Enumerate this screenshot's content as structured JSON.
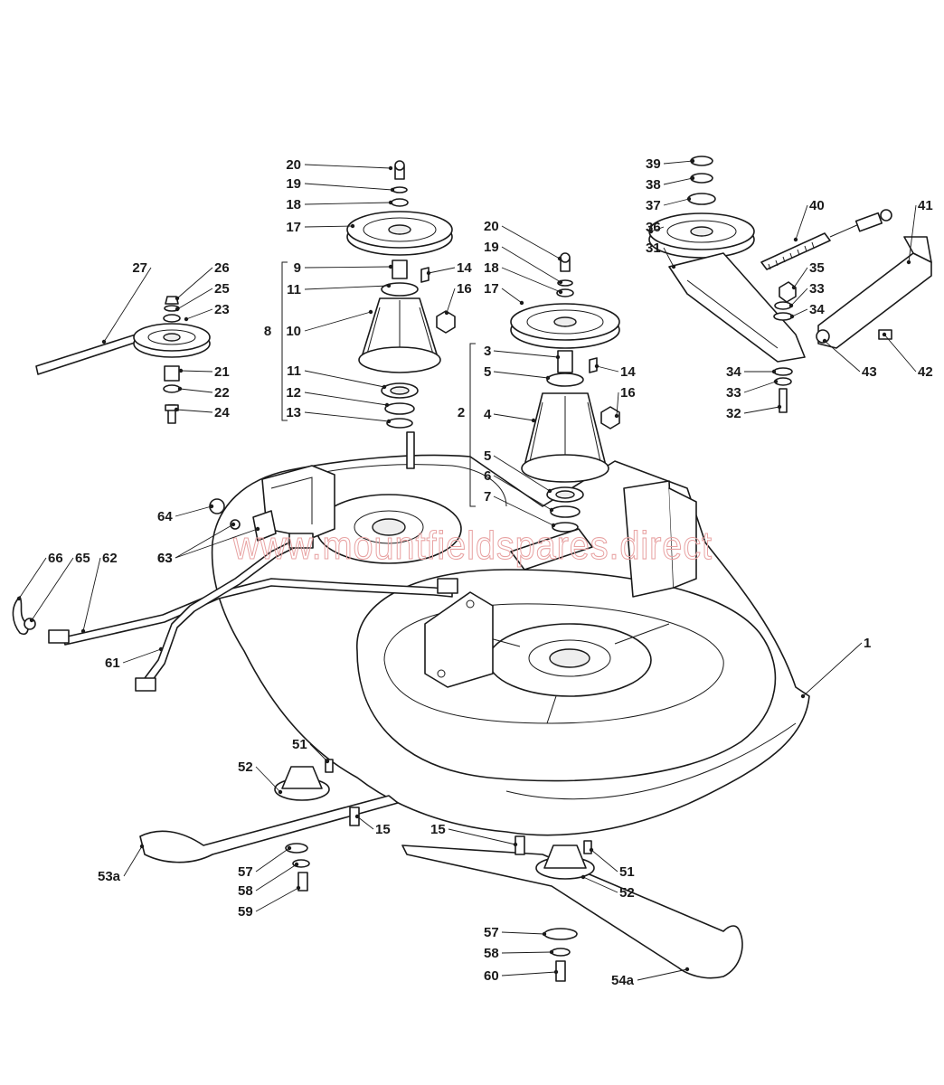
{
  "watermark": "www.mountfieldspares.direct",
  "callouts": [
    {
      "id": "20a",
      "text": "20"
    },
    {
      "id": "19a",
      "text": "19"
    },
    {
      "id": "18a",
      "text": "18"
    },
    {
      "id": "17a",
      "text": "17"
    },
    {
      "id": "9",
      "text": "9"
    },
    {
      "id": "14a",
      "text": "14"
    },
    {
      "id": "11a",
      "text": "11"
    },
    {
      "id": "16a",
      "text": "16"
    },
    {
      "id": "8",
      "text": "8"
    },
    {
      "id": "10",
      "text": "10"
    },
    {
      "id": "11b",
      "text": "11"
    },
    {
      "id": "12",
      "text": "12"
    },
    {
      "id": "13",
      "text": "13"
    },
    {
      "id": "27",
      "text": "27"
    },
    {
      "id": "26",
      "text": "26"
    },
    {
      "id": "25",
      "text": "25"
    },
    {
      "id": "23",
      "text": "23"
    },
    {
      "id": "21",
      "text": "21"
    },
    {
      "id": "22",
      "text": "22"
    },
    {
      "id": "24",
      "text": "24"
    },
    {
      "id": "20b",
      "text": "20"
    },
    {
      "id": "19b",
      "text": "19"
    },
    {
      "id": "18b",
      "text": "18"
    },
    {
      "id": "17b",
      "text": "17"
    },
    {
      "id": "3",
      "text": "3"
    },
    {
      "id": "5a",
      "text": "5"
    },
    {
      "id": "14b",
      "text": "14"
    },
    {
      "id": "16b",
      "text": "16"
    },
    {
      "id": "2",
      "text": "2"
    },
    {
      "id": "4",
      "text": "4"
    },
    {
      "id": "5b",
      "text": "5"
    },
    {
      "id": "6",
      "text": "6"
    },
    {
      "id": "7",
      "text": "7"
    },
    {
      "id": "39",
      "text": "39"
    },
    {
      "id": "38",
      "text": "38"
    },
    {
      "id": "37",
      "text": "37"
    },
    {
      "id": "40",
      "text": "40"
    },
    {
      "id": "41",
      "text": "41"
    },
    {
      "id": "36",
      "text": "36"
    },
    {
      "id": "31",
      "text": "31"
    },
    {
      "id": "35",
      "text": "35"
    },
    {
      "id": "33a",
      "text": "33"
    },
    {
      "id": "34a",
      "text": "34"
    },
    {
      "id": "43",
      "text": "43"
    },
    {
      "id": "42",
      "text": "42"
    },
    {
      "id": "34b",
      "text": "34"
    },
    {
      "id": "33b",
      "text": "33"
    },
    {
      "id": "32",
      "text": "32"
    },
    {
      "id": "64",
      "text": "64"
    },
    {
      "id": "63a",
      "text": "63"
    },
    {
      "id": "63b",
      "text": "63"
    },
    {
      "id": "66",
      "text": "66"
    },
    {
      "id": "65",
      "text": "65"
    },
    {
      "id": "62",
      "text": "62"
    },
    {
      "id": "61",
      "text": "61"
    },
    {
      "id": "1",
      "text": "1"
    },
    {
      "id": "51a",
      "text": "51"
    },
    {
      "id": "52a",
      "text": "52"
    },
    {
      "id": "15a",
      "text": "15"
    },
    {
      "id": "53a",
      "text": "53a"
    },
    {
      "id": "57a",
      "text": "57"
    },
    {
      "id": "58a",
      "text": "58"
    },
    {
      "id": "59",
      "text": "59"
    },
    {
      "id": "15b",
      "text": "15"
    },
    {
      "id": "51b",
      "text": "51"
    },
    {
      "id": "52b",
      "text": "52"
    },
    {
      "id": "57b",
      "text": "57"
    },
    {
      "id": "58b",
      "text": "58"
    },
    {
      "id": "60",
      "text": "60"
    },
    {
      "id": "54a",
      "text": "54a"
    }
  ]
}
